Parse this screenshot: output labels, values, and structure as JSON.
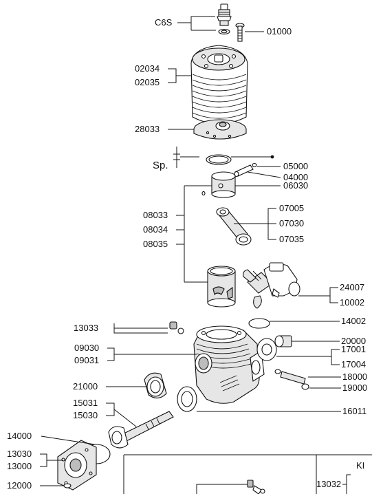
{
  "labels": {
    "c6s": "C6S",
    "p01000": "01000",
    "p02034": "02034",
    "p02035": "02035",
    "p28033": "28033",
    "sp": "Sp.",
    "p05000": "05000",
    "p04000": "04000",
    "p06030": "06030",
    "p08033": "08033",
    "p08034": "08034",
    "p08035": "08035",
    "p07005": "07005",
    "p07030": "07030",
    "p07035": "07035",
    "p24007": "24007",
    "p10002": "10002",
    "p13033": "13033",
    "p14002": "14002",
    "p20000": "20000",
    "p09030": "09030",
    "p09031": "09031",
    "p17001": "17001",
    "p17004": "17004",
    "p18000": "18000",
    "p21000": "21000",
    "p19000": "19000",
    "p15031": "15031",
    "p15030": "15030",
    "p16011": "16011",
    "p14000": "14000",
    "p13030": "13030",
    "p13000": "13000",
    "p12000": "12000",
    "p13032": "13032",
    "box_title": "KI"
  },
  "icons": {
    "glow_plug": "glow-plug-icon",
    "head_screw": "head-screw-icon",
    "cooling_head": "cooling-head-icon",
    "head_button": "head-button-icon",
    "head_gasket": "head-gasket-icon",
    "wrist_pin": "wrist-pin-icon",
    "piston": "piston-icon",
    "connecting_rod": "connecting-rod-icon",
    "cylinder_liner": "cylinder-liner-icon",
    "carburetor": "carburetor-icon",
    "crankcase": "crankcase-icon",
    "crankshaft": "crankshaft-icon",
    "back_plate": "back-plate-icon"
  }
}
